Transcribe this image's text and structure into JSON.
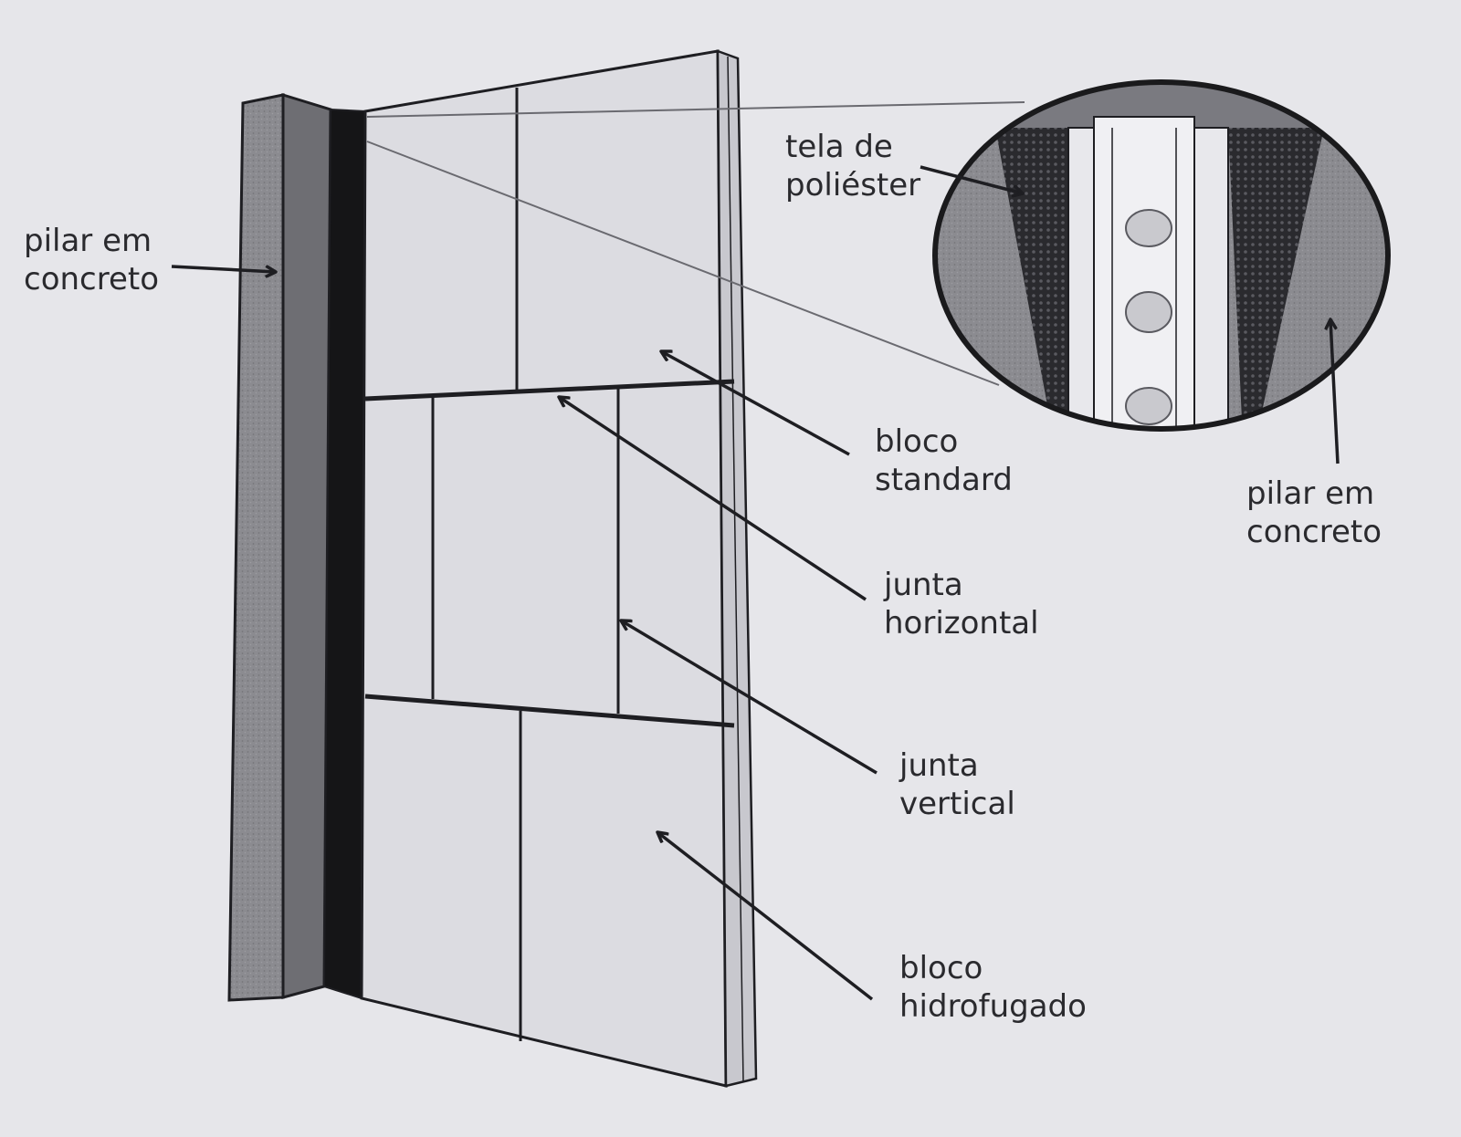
{
  "labels": {
    "pilar_left": {
      "line1": "pilar em",
      "line2": "concreto"
    },
    "tela": {
      "line1": "tela de",
      "line2": "poliéster"
    },
    "bloco_standard": {
      "line1": "bloco",
      "line2": "standard"
    },
    "junta_horizontal": {
      "line1": "junta",
      "line2": "horizontal"
    },
    "junta_vertical": {
      "line1": "junta",
      "line2": "vertical"
    },
    "bloco_hidrofugado": {
      "line1": "bloco",
      "line2": "hidrofugado"
    },
    "pilar_right": {
      "line1": "pilar em",
      "line2": "concreto"
    }
  },
  "colors": {
    "background": "#e6e6ea",
    "ink": "#1e1e22",
    "concrete": "#8b8b90",
    "concrete_dark": "#66666b",
    "joint_band": "#151517",
    "block_face": "#dcdce1",
    "block_edge": "#c2c2c8",
    "callout_border": "#1a1a1c"
  }
}
